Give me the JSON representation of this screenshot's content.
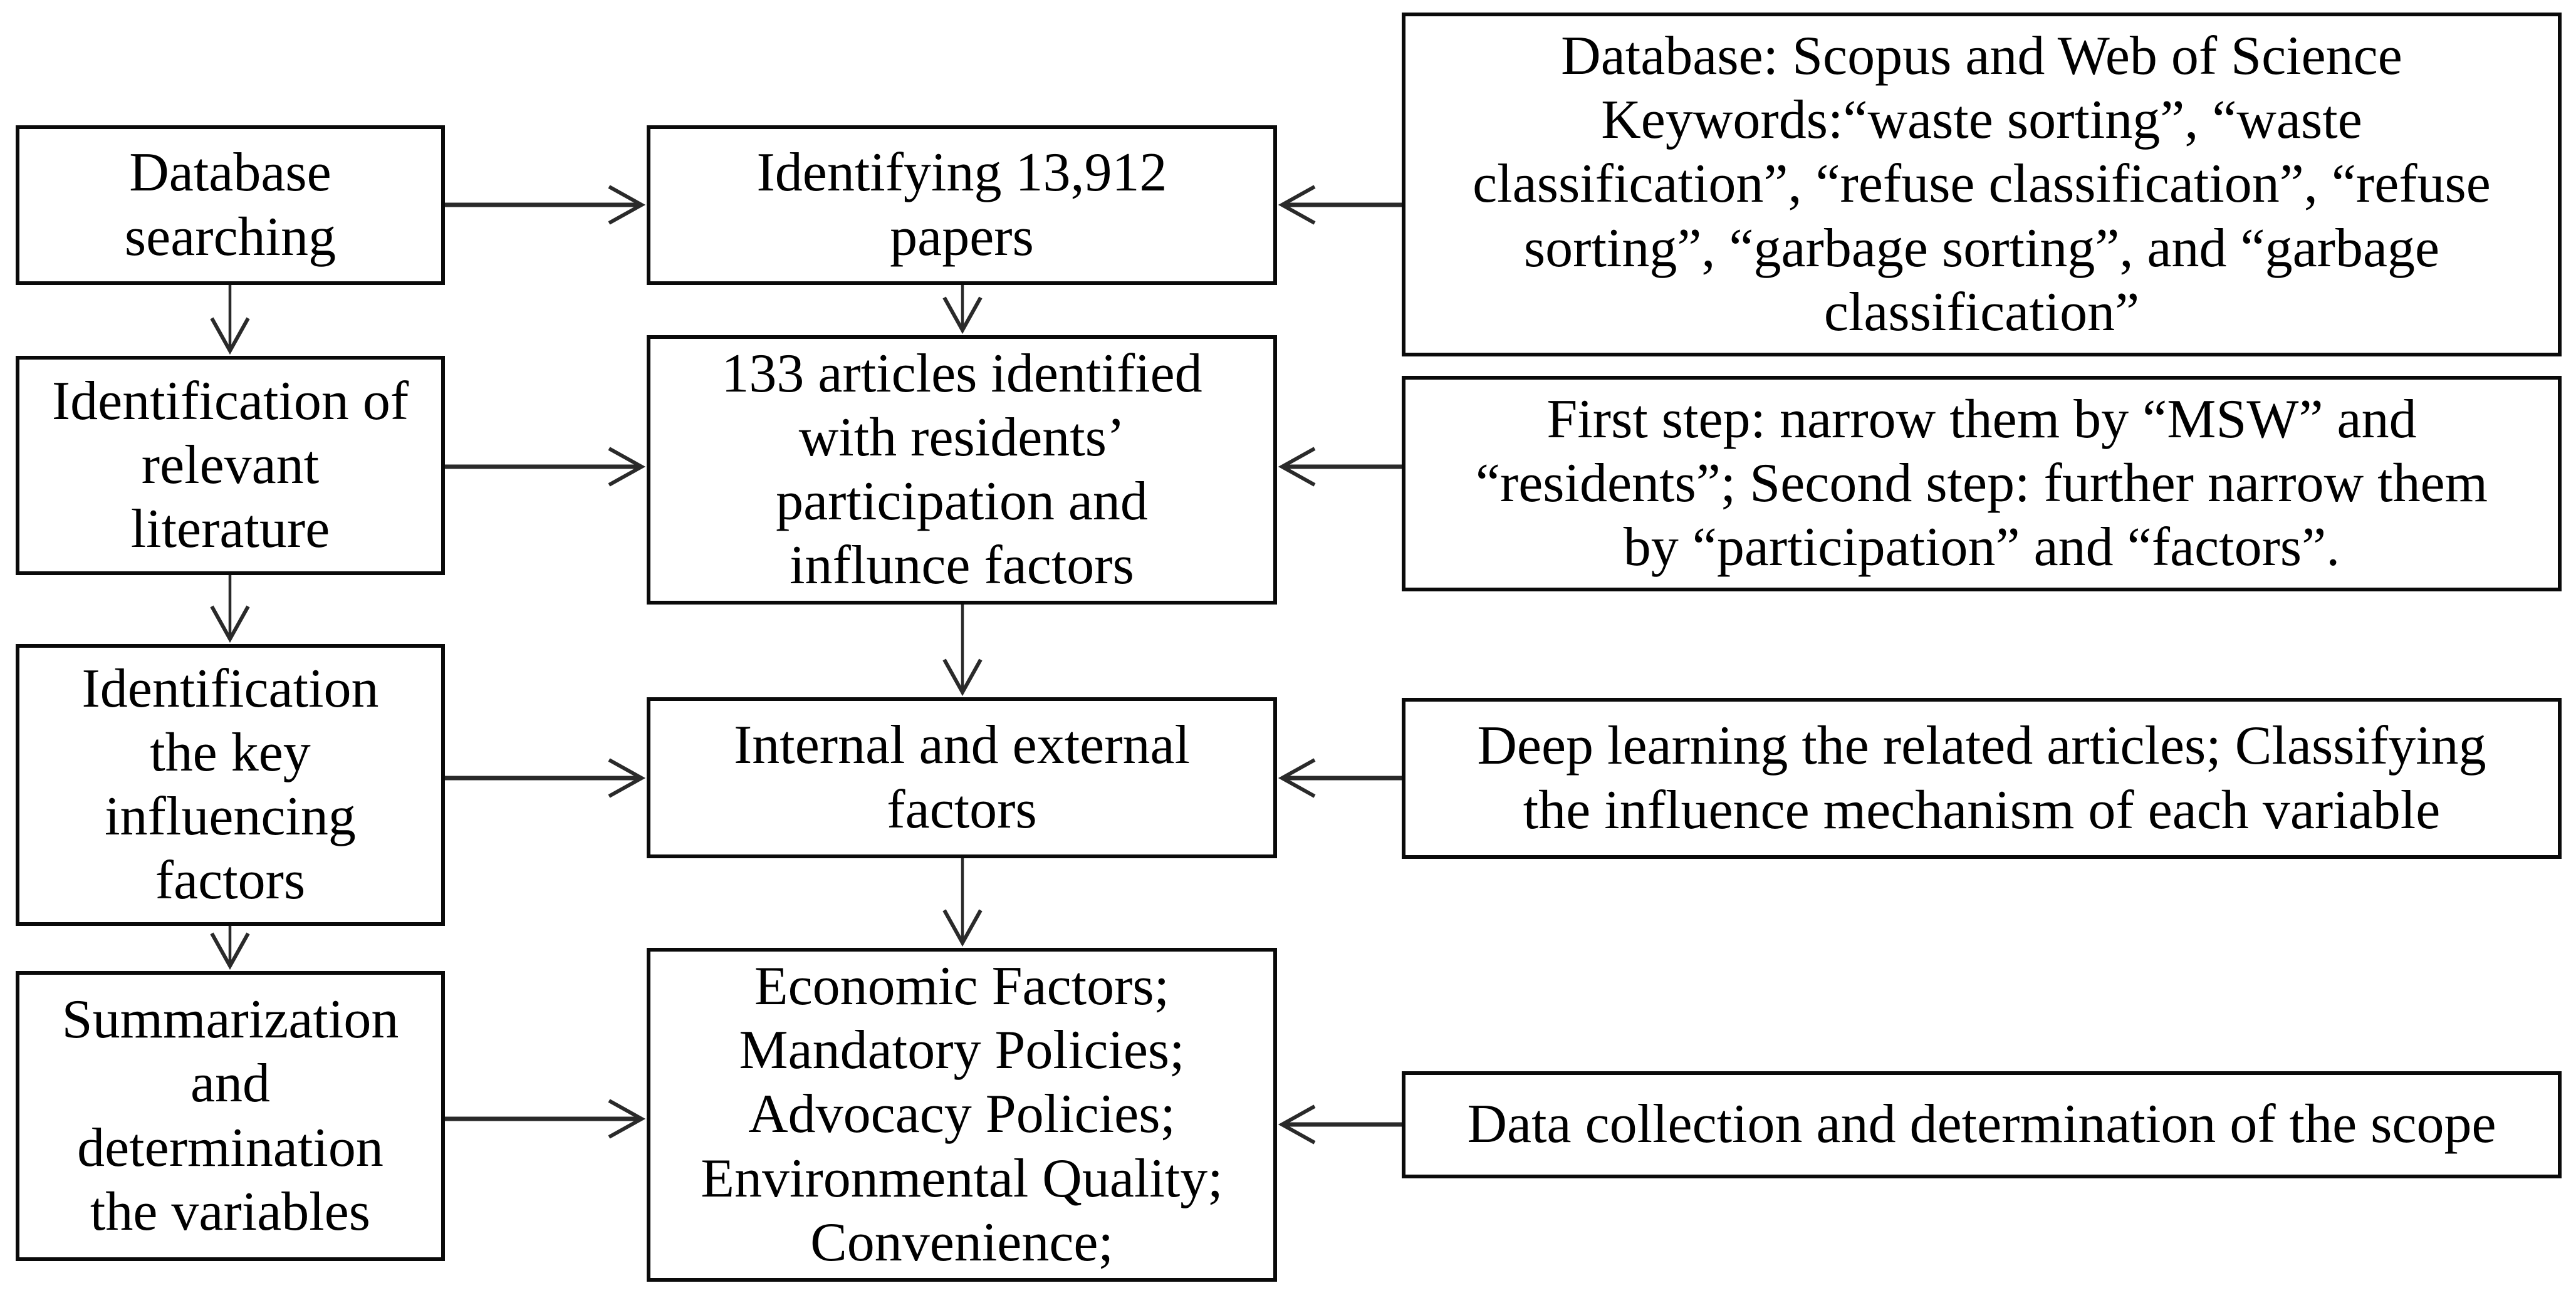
{
  "figure": {
    "description": "Literature screening flow diagram",
    "background_color": "#ffffff",
    "box_border_color": "#0a0a0a",
    "text_color": "#000000",
    "arrow_color": "#2a2a2a"
  },
  "boxes": {
    "left": [
      {
        "name": "database-searching",
        "lines": [
          "Database",
          "searching"
        ]
      },
      {
        "name": "identification-of-relevant-literature",
        "lines": [
          "Identification of",
          "relevant",
          "literature"
        ]
      },
      {
        "name": "identification-key-influencing-factors",
        "lines": [
          "Identification",
          "the key",
          "influencing",
          "factors"
        ]
      },
      {
        "name": "summarization-and-determination",
        "lines": [
          "Summarization",
          "and",
          "determination",
          "the variables"
        ]
      }
    ],
    "middle": [
      {
        "name": "identifying-papers",
        "lines": [
          "Identifying 13,912",
          "papers"
        ]
      },
      {
        "name": "articles-identified",
        "lines": [
          "133 articles identified",
          "with residents’",
          "participation and",
          "influnce factors"
        ]
      },
      {
        "name": "internal-external-factors",
        "lines": [
          "Internal and external",
          "factors"
        ]
      },
      {
        "name": "key-variables",
        "lines": [
          "Economic Factors;",
          "Mandatory Policies;",
          "Advocacy Policies;",
          "Environmental Quality;",
          "Convenience;"
        ]
      }
    ],
    "right": [
      {
        "name": "database-and-keywords",
        "lines": [
          "Database: Scopus and Web of Science",
          "Keywords:“waste sorting”, “waste",
          "classification”, “refuse classification”, “refuse",
          "sorting”, “garbage sorting”, and “garbage",
          "classification”"
        ]
      },
      {
        "name": "narrowing-steps",
        "lines": [
          "First step: narrow them by “MSW” and",
          "“residents”; Second step: further narrow them",
          "by “participation” and “factors”."
        ]
      },
      {
        "name": "deep-learning-related-articles",
        "lines": [
          "Deep learning the related articles; Classifying",
          "the influence mechanism of each variable"
        ]
      },
      {
        "name": "data-collection-scope",
        "lines": [
          "Data collection and determination of the scope"
        ]
      }
    ]
  }
}
